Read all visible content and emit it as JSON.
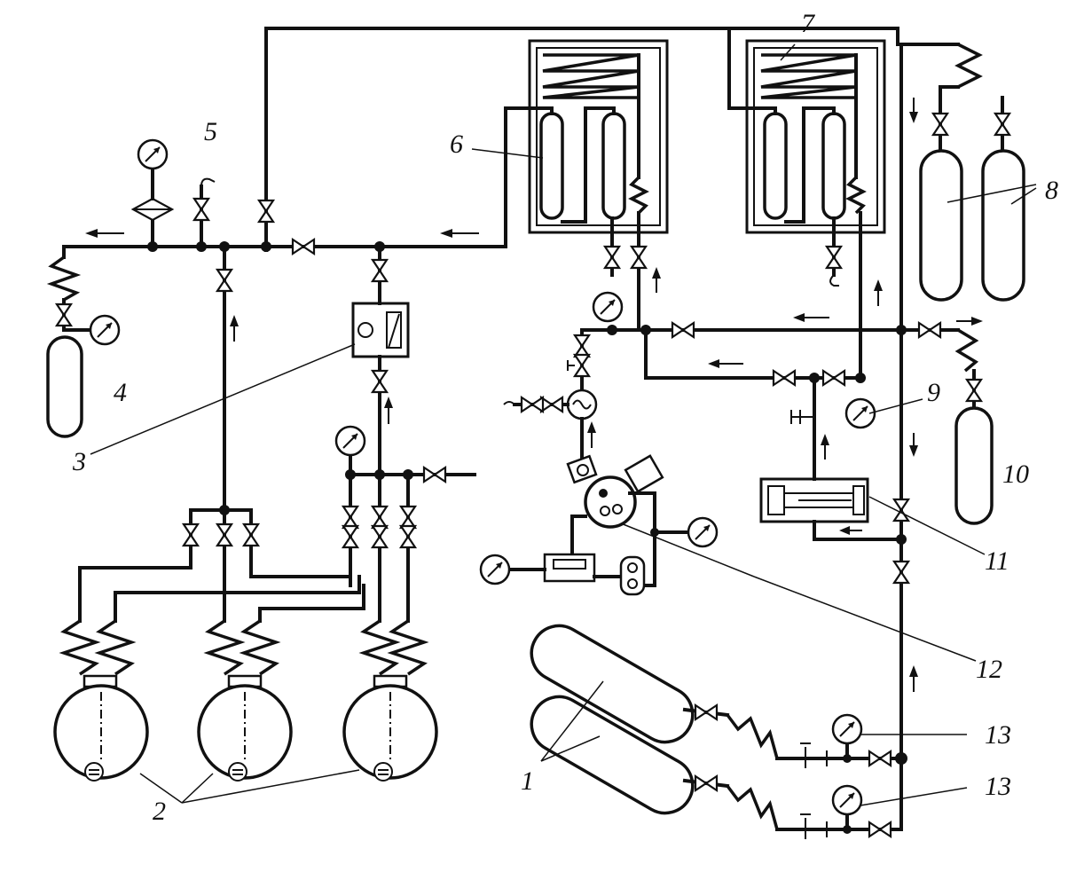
{
  "labels": {
    "l1": "1",
    "l2": "2",
    "l3": "3",
    "l4": "4",
    "l5": "5",
    "l6": "6",
    "l7": "7",
    "l8": "8",
    "l9": "9",
    "l10": "10",
    "l11": "11",
    "l12": "12",
    "l13a": "13",
    "l13b": "13"
  }
}
